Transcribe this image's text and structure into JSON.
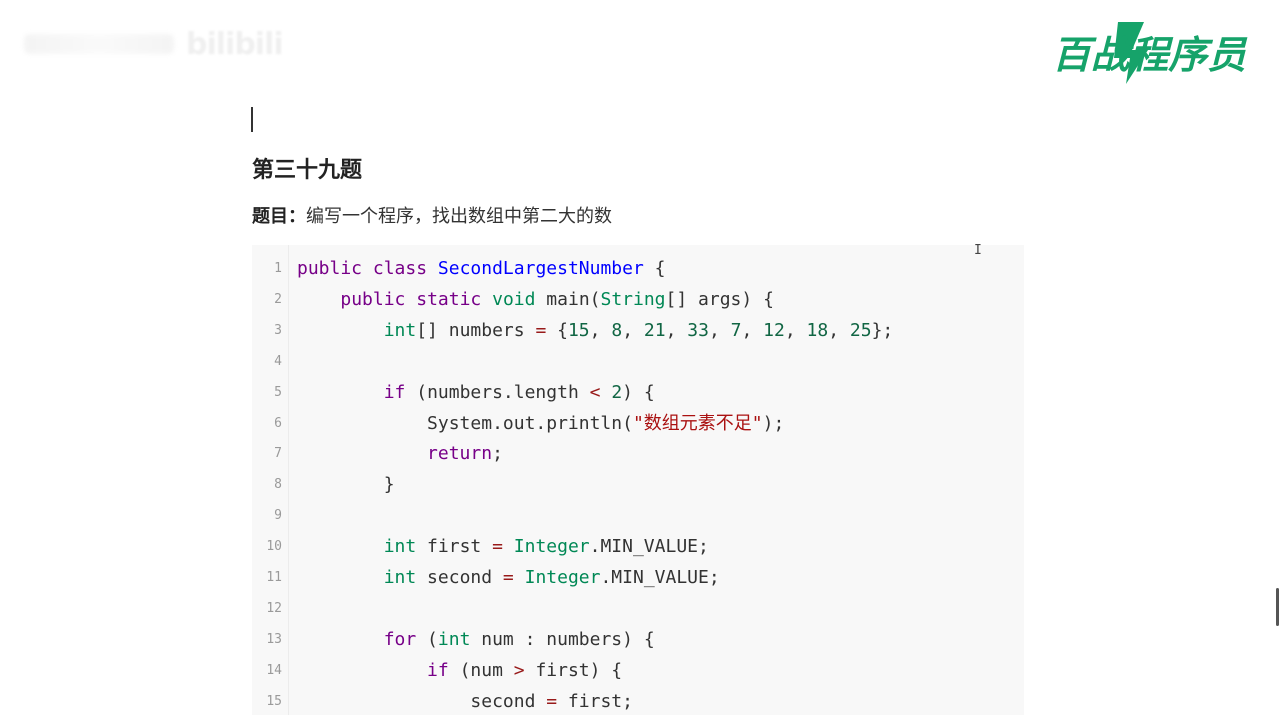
{
  "watermark": {
    "site": "bilibili"
  },
  "brand": {
    "logo_text": "百战程序员",
    "color": "#16a36a"
  },
  "doc": {
    "heading": "第三十九题",
    "question_label": "题目：",
    "question_text": "编写一个程序，找出数组中第二大的数"
  },
  "code": {
    "language": "java",
    "lines": [
      {
        "n": "1",
        "tokens": [
          {
            "t": "public",
            "c": "kw"
          },
          {
            "t": " ",
            "c": "plain"
          },
          {
            "t": "class",
            "c": "kw"
          },
          {
            "t": " ",
            "c": "plain"
          },
          {
            "t": "SecondLargestNumber",
            "c": "def"
          },
          {
            "t": " {",
            "c": "plain"
          }
        ]
      },
      {
        "n": "2",
        "tokens": [
          {
            "t": "    ",
            "c": "plain"
          },
          {
            "t": "public",
            "c": "kw"
          },
          {
            "t": " ",
            "c": "plain"
          },
          {
            "t": "static",
            "c": "kw"
          },
          {
            "t": " ",
            "c": "plain"
          },
          {
            "t": "void",
            "c": "ty"
          },
          {
            "t": " main(",
            "c": "plain"
          },
          {
            "t": "String",
            "c": "ty"
          },
          {
            "t": "[] args) {",
            "c": "plain"
          }
        ]
      },
      {
        "n": "3",
        "tokens": [
          {
            "t": "        ",
            "c": "plain"
          },
          {
            "t": "int",
            "c": "ty"
          },
          {
            "t": "[] numbers ",
            "c": "plain"
          },
          {
            "t": "=",
            "c": "op"
          },
          {
            "t": " {",
            "c": "plain"
          },
          {
            "t": "15",
            "c": "num"
          },
          {
            "t": ", ",
            "c": "plain"
          },
          {
            "t": "8",
            "c": "num"
          },
          {
            "t": ", ",
            "c": "plain"
          },
          {
            "t": "21",
            "c": "num"
          },
          {
            "t": ", ",
            "c": "plain"
          },
          {
            "t": "33",
            "c": "num"
          },
          {
            "t": ", ",
            "c": "plain"
          },
          {
            "t": "7",
            "c": "num"
          },
          {
            "t": ", ",
            "c": "plain"
          },
          {
            "t": "12",
            "c": "num"
          },
          {
            "t": ", ",
            "c": "plain"
          },
          {
            "t": "18",
            "c": "num"
          },
          {
            "t": ", ",
            "c": "plain"
          },
          {
            "t": "25",
            "c": "num"
          },
          {
            "t": "};",
            "c": "plain"
          }
        ]
      },
      {
        "n": "4",
        "tokens": []
      },
      {
        "n": "5",
        "tokens": [
          {
            "t": "        ",
            "c": "plain"
          },
          {
            "t": "if",
            "c": "kw"
          },
          {
            "t": " (numbers.length ",
            "c": "plain"
          },
          {
            "t": "<",
            "c": "op"
          },
          {
            "t": " ",
            "c": "plain"
          },
          {
            "t": "2",
            "c": "num"
          },
          {
            "t": ") {",
            "c": "plain"
          }
        ]
      },
      {
        "n": "6",
        "tokens": [
          {
            "t": "            System.out.println(",
            "c": "plain"
          },
          {
            "t": "\"数组元素不足\"",
            "c": "str"
          },
          {
            "t": ");",
            "c": "plain"
          }
        ]
      },
      {
        "n": "7",
        "tokens": [
          {
            "t": "            ",
            "c": "plain"
          },
          {
            "t": "return",
            "c": "kw"
          },
          {
            "t": ";",
            "c": "plain"
          }
        ]
      },
      {
        "n": "8",
        "tokens": [
          {
            "t": "        }",
            "c": "plain"
          }
        ]
      },
      {
        "n": "9",
        "tokens": []
      },
      {
        "n": "10",
        "tokens": [
          {
            "t": "        ",
            "c": "plain"
          },
          {
            "t": "int",
            "c": "ty"
          },
          {
            "t": " first ",
            "c": "plain"
          },
          {
            "t": "=",
            "c": "op"
          },
          {
            "t": " ",
            "c": "plain"
          },
          {
            "t": "Integer",
            "c": "ty"
          },
          {
            "t": ".MIN_VALUE;",
            "c": "plain"
          }
        ]
      },
      {
        "n": "11",
        "tokens": [
          {
            "t": "        ",
            "c": "plain"
          },
          {
            "t": "int",
            "c": "ty"
          },
          {
            "t": " second ",
            "c": "plain"
          },
          {
            "t": "=",
            "c": "op"
          },
          {
            "t": " ",
            "c": "plain"
          },
          {
            "t": "Integer",
            "c": "ty"
          },
          {
            "t": ".MIN_VALUE;",
            "c": "plain"
          }
        ]
      },
      {
        "n": "12",
        "tokens": []
      },
      {
        "n": "13",
        "tokens": [
          {
            "t": "        ",
            "c": "plain"
          },
          {
            "t": "for",
            "c": "kw"
          },
          {
            "t": " (",
            "c": "plain"
          },
          {
            "t": "int",
            "c": "ty"
          },
          {
            "t": " num : numbers) {",
            "c": "plain"
          }
        ]
      },
      {
        "n": "14",
        "tokens": [
          {
            "t": "            ",
            "c": "plain"
          },
          {
            "t": "if",
            "c": "kw"
          },
          {
            "t": " (num ",
            "c": "plain"
          },
          {
            "t": ">",
            "c": "op"
          },
          {
            "t": " first) {",
            "c": "plain"
          }
        ]
      },
      {
        "n": "15",
        "tokens": [
          {
            "t": "                second ",
            "c": "plain"
          },
          {
            "t": "=",
            "c": "op"
          },
          {
            "t": " first;",
            "c": "plain"
          }
        ]
      }
    ]
  },
  "colors": {
    "kw": "#770088",
    "ty": "#008855",
    "def": "#0000ff",
    "num": "#116644",
    "str": "#aa1111",
    "op": "#981a1a"
  }
}
